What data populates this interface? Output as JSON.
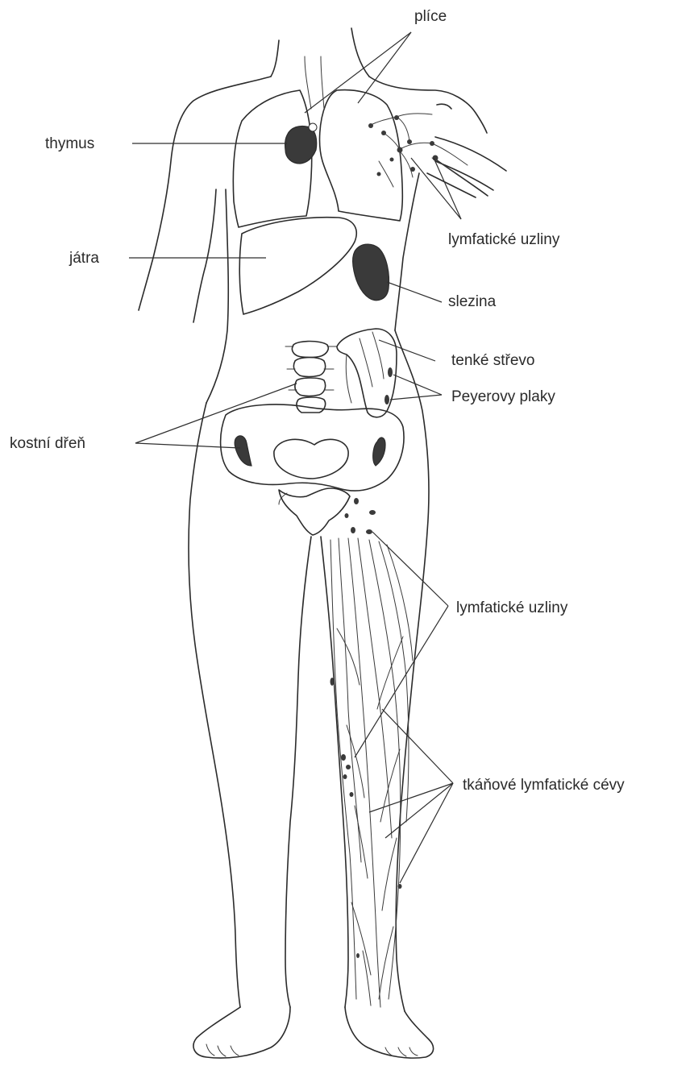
{
  "labels": {
    "lungs": "plíce",
    "thymus": "thymus",
    "lymph_nodes_upper": "lymfatické uzliny",
    "liver": "játra",
    "spleen": "slezina",
    "small_intestine": "tenké střevo",
    "peyers_patches": "Peyerovy plaky",
    "bone_marrow": "kostní dřeň",
    "lymph_nodes_lower": "lymfatické uzliny",
    "tissue_lymph_vessels": "tkáňové lymfatické cévy"
  },
  "colors": {
    "line": "#2b2b2b",
    "organ_fill": "#3a3a3a",
    "background": "#ffffff"
  }
}
